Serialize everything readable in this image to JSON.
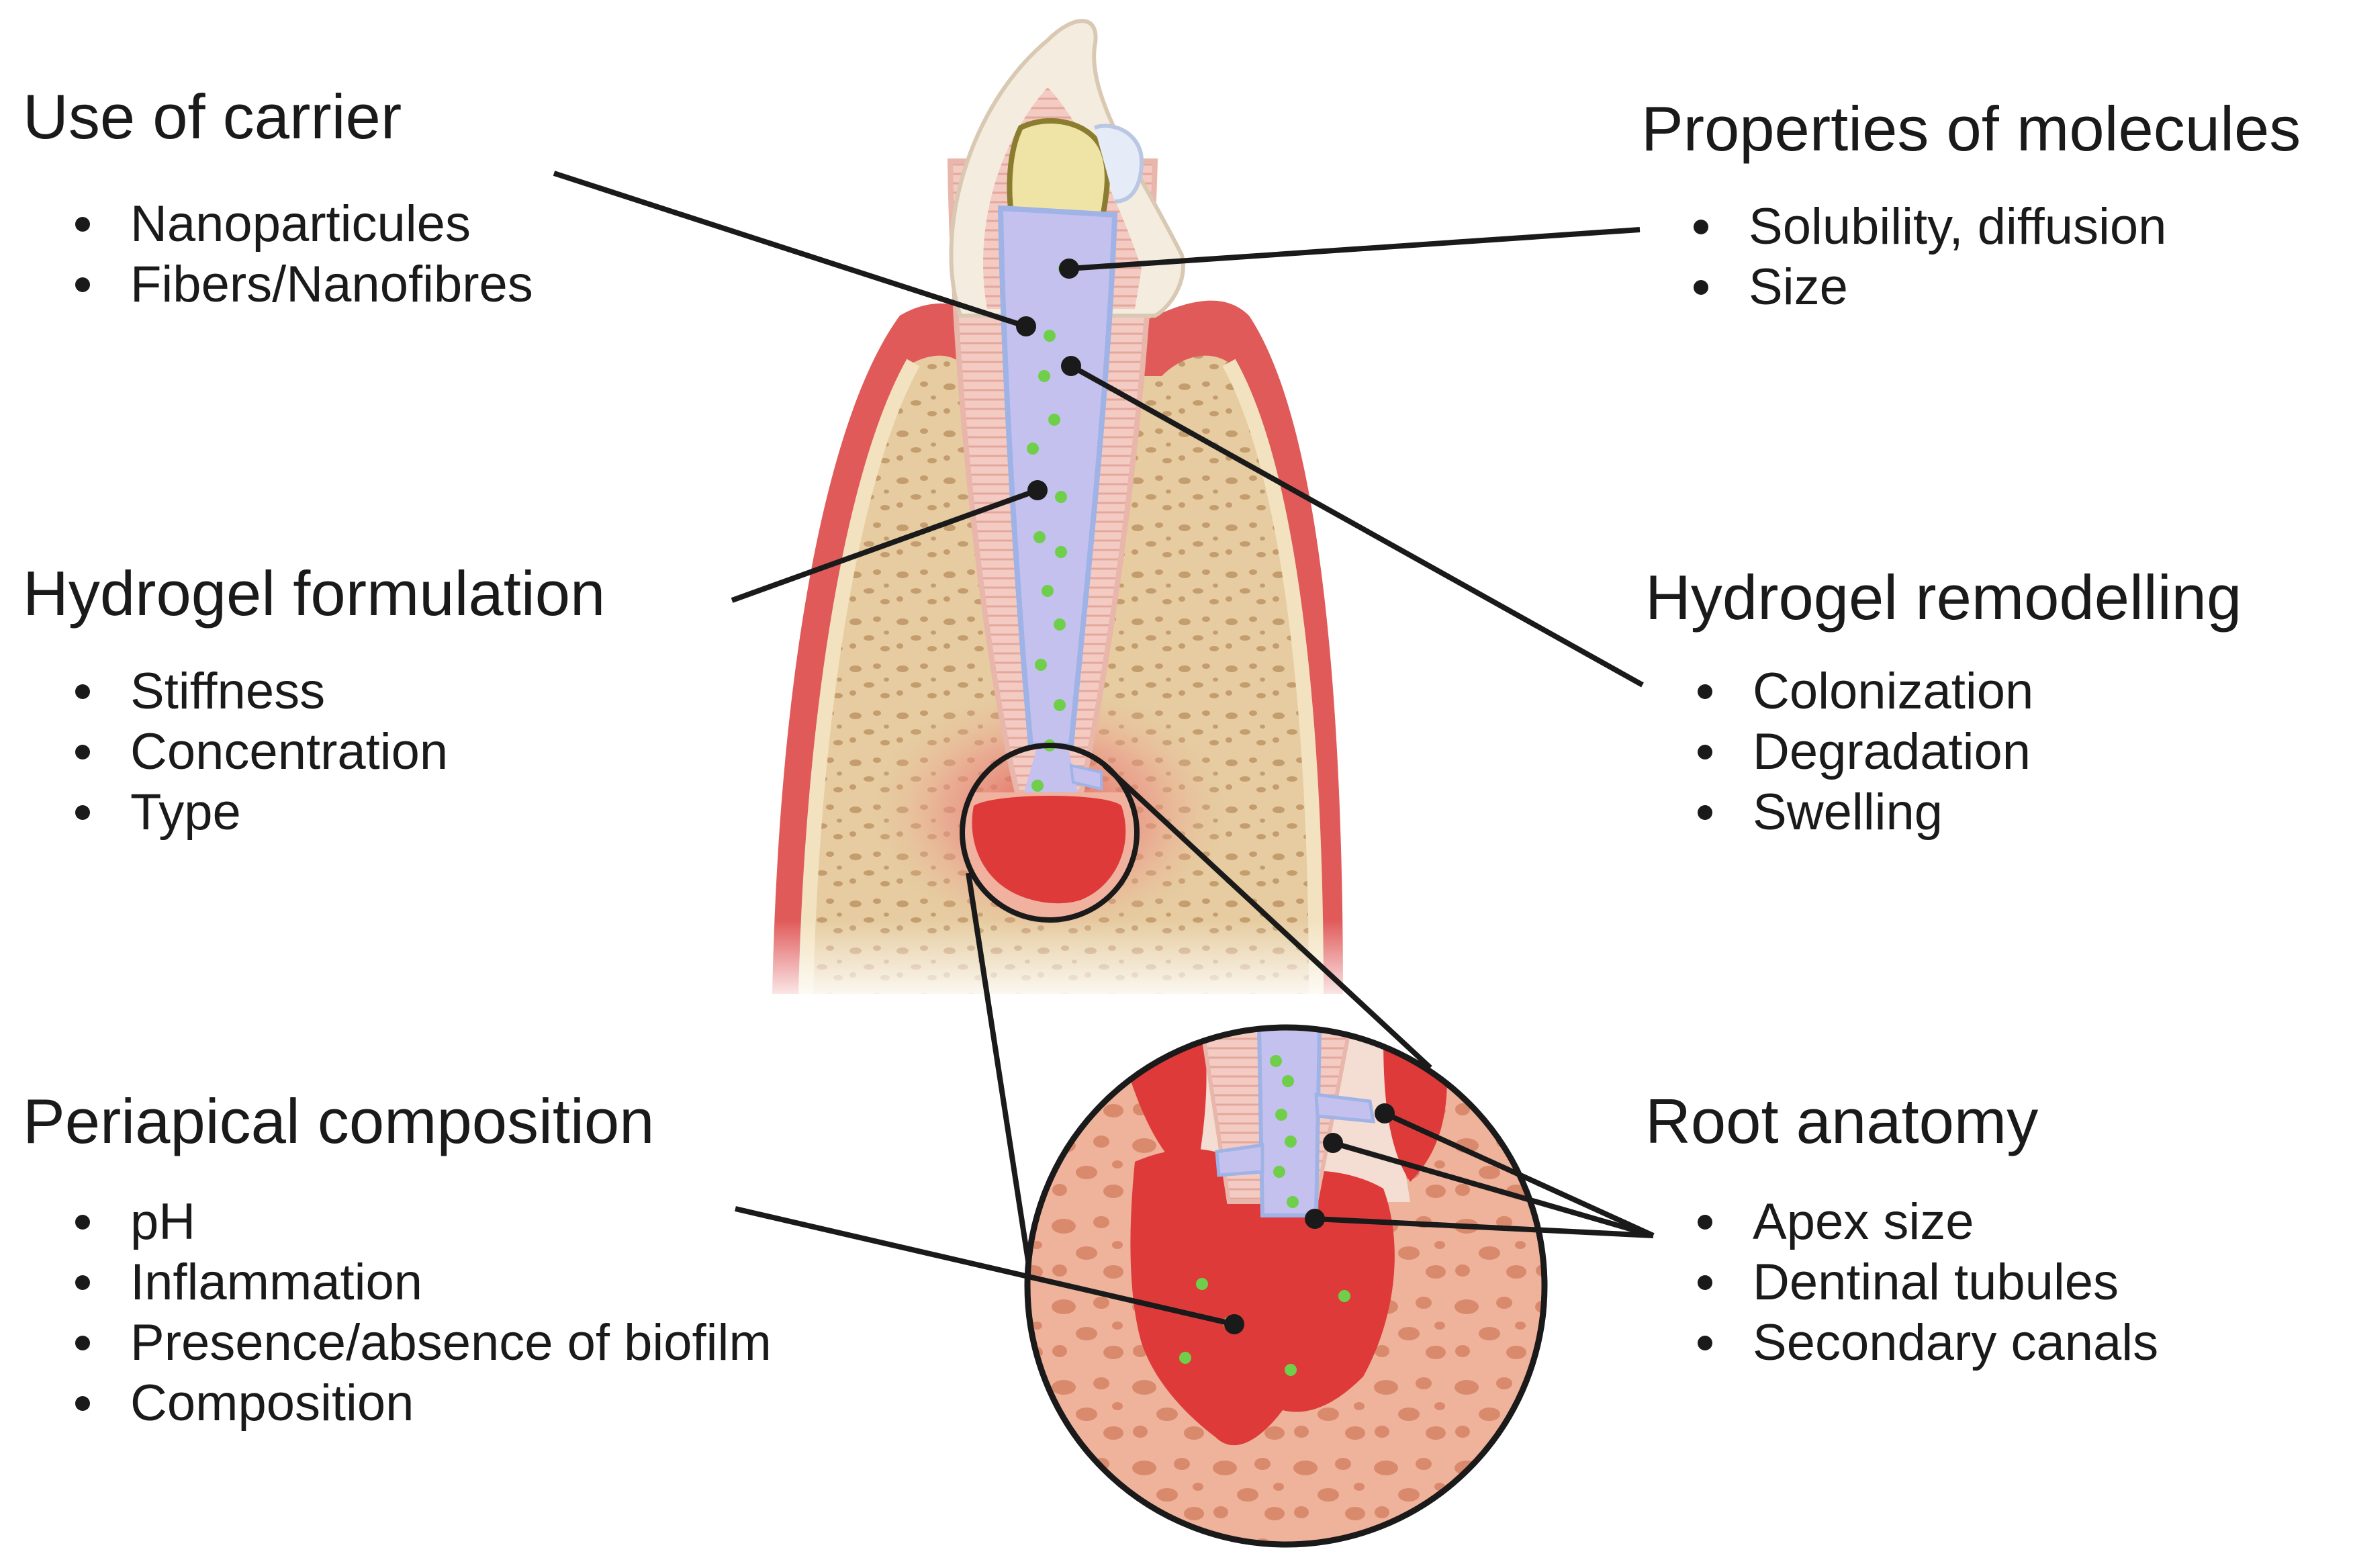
{
  "sections": {
    "carrier": {
      "title": "Use of carrier",
      "items": [
        "Nanoparticules",
        "Fibers/Nanofibres"
      ]
    },
    "molecules": {
      "title": "Properties of molecules",
      "items": [
        "Solubility, diffusion",
        "Size"
      ]
    },
    "formulation": {
      "title": "Hydrogel formulation",
      "items": [
        "Stiffness",
        "Concentration",
        "Type"
      ]
    },
    "remodelling": {
      "title": "Hydrogel remodelling",
      "items": [
        "Colonization",
        "Degradation",
        "Swelling"
      ]
    },
    "periapical": {
      "title": "Periapical composition",
      "items": [
        "pH",
        "Inflammation",
        "Presence/absence of biofilm",
        "Composition"
      ]
    },
    "root": {
      "title": "Root anatomy",
      "items": [
        "Apex size",
        "Dentinal tubules",
        "Secondary canals"
      ]
    }
  },
  "colors": {
    "gum": "#e05a5a",
    "bone": "#e8cfa3",
    "enamel": "#f4ecdf",
    "dentin": "#f3c9c1",
    "hydrogel": "#c4c1ee",
    "molecule": "#6fcf4a",
    "lesion": "#de3a3a",
    "leader": "#1a1a1a"
  }
}
